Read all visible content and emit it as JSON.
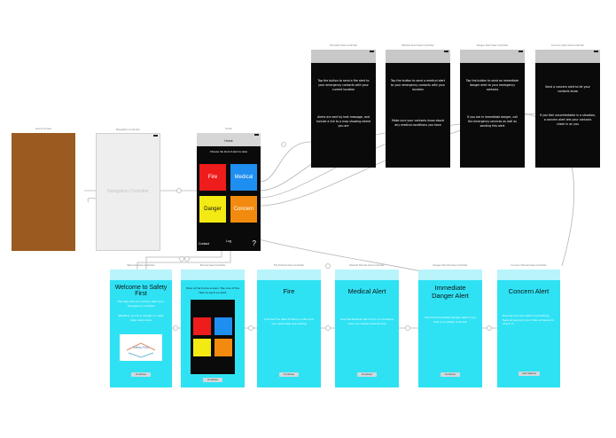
{
  "scenes": {
    "launch": {
      "title": "Launch Screen"
    },
    "nav": {
      "title": "Navigation Controller",
      "label": "Navigation Controller"
    },
    "home": {
      "title": "Home",
      "nav_title": "Home",
      "subtitle": "Choose the kind of alert to raise",
      "tiles": [
        {
          "label": "Fire",
          "color": "#ef1c1c"
        },
        {
          "label": "Medical",
          "color": "#1f8ef1"
        },
        {
          "label": "Danger",
          "color": "#f2ea12"
        },
        {
          "label": "Concern",
          "color": "#f18a0e"
        }
      ],
      "contact_label": "Contact",
      "help_label": "?",
      "center_label": "Log"
    },
    "black_screens": [
      {
        "title": "Fire Alert View Controller",
        "p1": "Tap the button to send a fire alert to your emergency contacts with your current location",
        "p2": "Alerts are sent by text message, and include a link to a map showing where you are"
      },
      {
        "title": "Medical Alert View Controller",
        "p1": "Tap the button to send a medical alert to your emergency contacts with your location",
        "p2": "Make sure your contacts know about any medical conditions you have"
      },
      {
        "title": "Danger Alert View Controller",
        "p1": "Tap the button to send an immediate danger alert to your emergency contacts",
        "p2": "If you are in immediate danger, call the emergency services as well as sending this alert"
      },
      {
        "title": "Concern Alert View Controller",
        "p1": "Send a concern alert to let your contacts know",
        "p2": "If you feel uncomfortable in a situation, a concern alert lets your contacts check in on you"
      }
    ],
    "cyan_screens": [
      {
        "title": "Welcome View Controller",
        "heading": "Welcome to Safety First",
        "text1": "This app lets you quickly alert your emergency contacts",
        "text2": "Whether you're in danger or need help, we're here",
        "logo_text": "Safety First",
        "button": "Continue"
      },
      {
        "title": "Tutorial View Controller",
        "heading": "",
        "text1": "Here is the home screen. Tap one of the tiles to send an alert",
        "button": "Continue"
      },
      {
        "title": "Fire Tutorial View Controller",
        "heading": "Fire",
        "text1": "Use the Fire alert if there is a fire and you need help evacuating",
        "button": "Continue"
      },
      {
        "title": "Medical Tutorial View Controller",
        "heading": "Medical Alert",
        "text1": "Use the Medical alert if you or someone near you needs medical help",
        "button": "Continue"
      },
      {
        "title": "Danger Tutorial View Controller",
        "heading": "Immediate Danger Alert",
        "text1": "Use the Immediate Danger alert if you feel your safety is at risk",
        "button": "Continue"
      },
      {
        "title": "Concern Tutorial View Controller",
        "heading": "Concern Alert",
        "text1": "Use the Concern alert if something feels wrong and you'd like someone to check in",
        "button": "Get Started"
      }
    ]
  },
  "colors": {
    "launch_bg": "#9b5a1f",
    "cyan": "#2ee2f4",
    "cyan_header": "#b8f4fb",
    "black_header": "#c8c8c8"
  }
}
